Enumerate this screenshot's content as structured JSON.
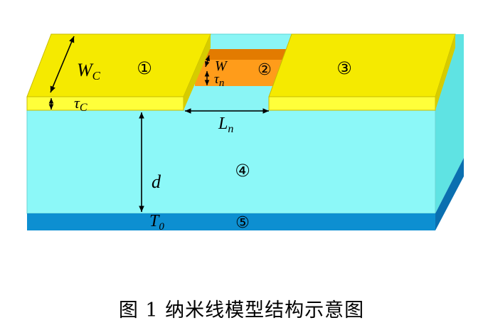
{
  "diagram": {
    "regions": {
      "contact_left": {
        "marker": "①"
      },
      "nanowire": {
        "marker": "②"
      },
      "contact_right": {
        "marker": "③"
      },
      "substrate": {
        "marker": "④"
      },
      "heat_sink": {
        "marker": "⑤"
      }
    },
    "dimension_labels": {
      "contact_width": {
        "main": "W",
        "sub": "C"
      },
      "contact_thickness": {
        "main": "τ",
        "sub": "C"
      },
      "wire_width": {
        "main": "W"
      },
      "wire_thickness": {
        "main": "τ",
        "sub": "n"
      },
      "wire_length": {
        "main": "L",
        "sub": "n"
      },
      "substrate_thickness": {
        "main": "d"
      },
      "bottom_temperature": {
        "main": "T",
        "sub": "0"
      }
    },
    "colors": {
      "contact_top": "#f5ea00",
      "contact_front": "#ffff3a",
      "contact_side": "#d6cc00",
      "nanowire_top": "#e37b00",
      "nanowire_front": "#ff9c1a",
      "substrate_top": "#8af5f5",
      "substrate_front": "#8cf8f8",
      "substrate_side": "#5fe3e3",
      "heatsink_front": "#0d8fd1",
      "heatsink_side": "#0a6fb0",
      "arrow": "#000000"
    }
  },
  "caption": "图 1  纳米线模型结构示意图"
}
